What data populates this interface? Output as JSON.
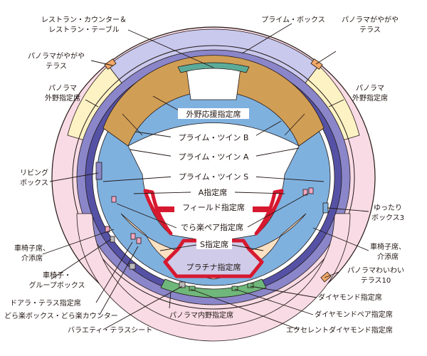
{
  "labels": {
    "prime_box": "プライム・ボックス",
    "restaurant_1": "レストラン・カウンター＆",
    "restaurant_2": "レストラン・テーブル",
    "pano_gaya_left_1": "パノラマがやがや",
    "pano_gaya_left_2": "テラス",
    "pano_gaya_right_1": "パノラマがやがや",
    "pano_gaya_right_2": "テラス",
    "pano_outfield_left_1": "パノラマ",
    "pano_outfield_left_2": "外野指定席",
    "pano_outfield_right_1": "パノラマ",
    "pano_outfield_right_2": "外野指定席",
    "outfield_cheer": "外野応援指定席",
    "prime_twin_b": "プライム・ツイン B",
    "prime_twin_a": "プライム・ツイン A",
    "prime_twin_s": "プライム・ツイン S",
    "living_box_1": "リビング",
    "living_box_2": "ボックス",
    "a_reserved": "A指定席",
    "field_reserved": "フィールド指定席",
    "yuttari_1": "ゆったり",
    "yuttari_2": "ボックス3",
    "deraraku_pair": "でら楽ペア指定席",
    "wheelchair_left_1": "車椅子席、",
    "wheelchair_left_2": "介添席",
    "wheelchair_right_1": "車椅子席、",
    "wheelchair_right_2": "介添席",
    "s_reserved": "S指定席",
    "platinum_reserved": "プラチナ指定席",
    "wheel_group_1": "車椅子・",
    "wheel_group_2": "グループボックス",
    "pano_waiwai_1": "パノラマわいわい",
    "pano_waiwai_2": "テラス10",
    "door_terrace": "ドアラ・テラス指定席",
    "diamond": "ダイヤモンド指定席",
    "deraraku_box": "どら楽ボックス・どら楽カウンター",
    "diamond_pair": "ダイヤモンドペア指定席",
    "pano_infield": "パノラマ内野指定席",
    "variety": "バラエティ・テラスシート",
    "excellent_diamond": "エクセレントダイヤモンド指定席"
  },
  "colors": {
    "pano_pink": "#f8dbe5",
    "pano_yellow": "#fdf2c4",
    "pano_lavender": "#c9c9ee",
    "purple_band": "#8a86c9",
    "navy_band": "#5552a6",
    "outfield_brown": "#d19e55",
    "a_seat_blue": "#7fb1df",
    "s_seat_peach": "#fbe0c2",
    "platinum_lav": "#cfcbe8",
    "field_red": "#d7192f",
    "diamond_green": "#6fb77a",
    "box_teal": "#5bab9a",
    "terrace_orange": "#f2a868"
  }
}
